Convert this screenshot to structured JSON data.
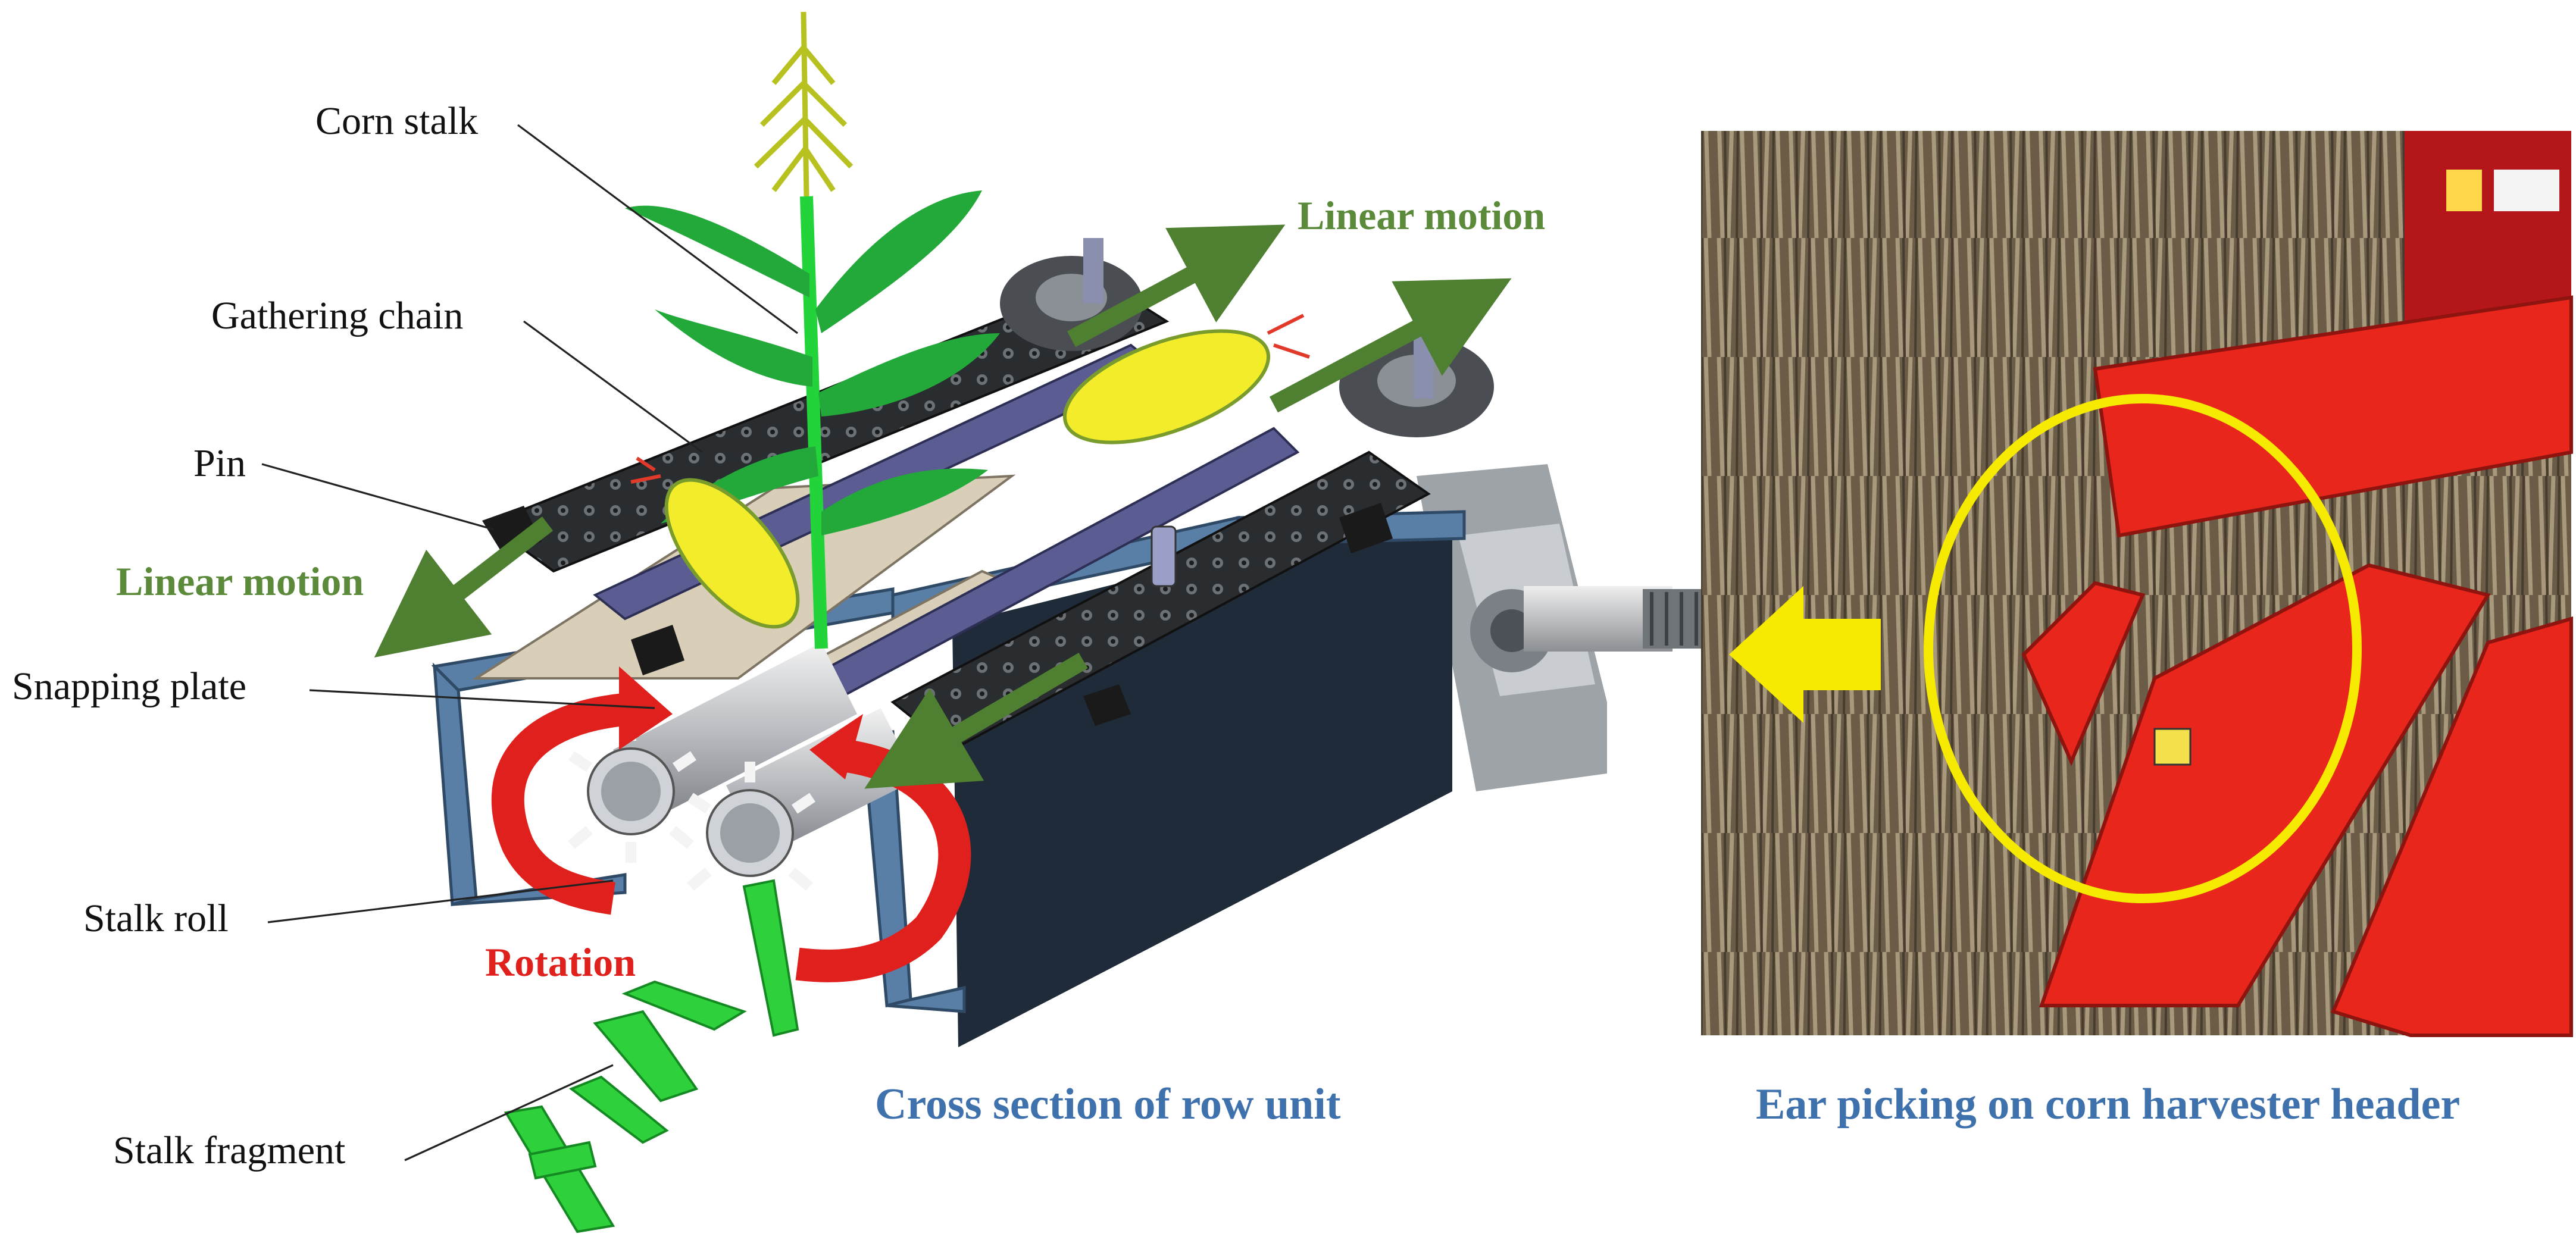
{
  "labels": {
    "corn_stalk": "Corn stalk",
    "gathering_chain": "Gathering chain",
    "pin": "Pin",
    "snapping_plate": "Snapping plate",
    "stalk_roll": "Stalk roll",
    "stalk_fragment": "Stalk fragment"
  },
  "motion": {
    "linear_top": "Linear motion",
    "linear_left": "Linear motion",
    "rotation": "Rotation"
  },
  "captions": {
    "left": "Cross section of row unit",
    "right": "Ear picking on corn harvester header"
  },
  "colors": {
    "motion_green": "#5a8a3a",
    "rotation_red": "#e0201c",
    "caption_blue": "#3f72ad",
    "frame_blue": "#5a7fa6",
    "dark_panel": "#1f2b38",
    "plant_green": "#22b43a",
    "highlight_yellow": "#f5ea00",
    "header_red": "#e8261c"
  }
}
